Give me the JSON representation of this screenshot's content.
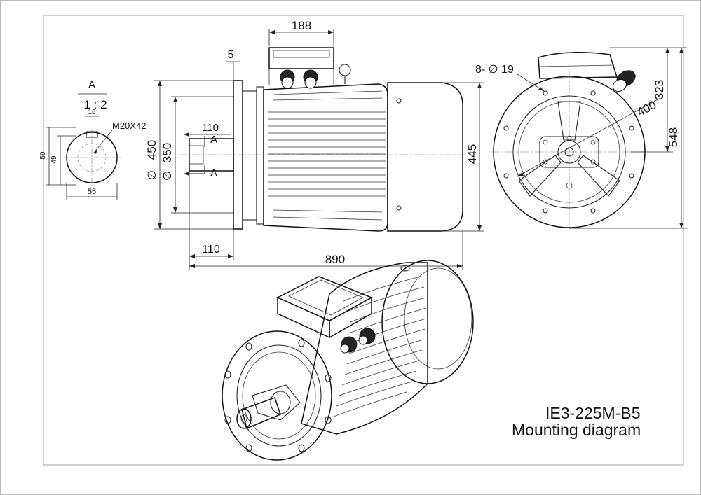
{
  "title": {
    "model": "IE3-225M-B5",
    "subtitle": "Mounting diagram"
  },
  "section_view": {
    "label_a": "A",
    "scale": "1 : 2",
    "thread": "M20X42",
    "dim_key_width": "16",
    "dim_height_outer": "59",
    "dim_height_inner": "49",
    "dim_width": "55"
  },
  "side_view": {
    "dim_top_box": "188",
    "dim_flange_thick": "5",
    "dim_shaft_top": "110",
    "dim_shaft_bottom": "110",
    "dim_total_length": "890",
    "dim_flange_dia_prefix": "∅",
    "dim_flange_dia": "450",
    "dim_spigot_dia_prefix": "∅",
    "dim_spigot_dia": "350",
    "dim_body_dia": "445",
    "section_mark_top": "A",
    "section_mark_bottom": "A"
  },
  "end_view": {
    "holes_label": "8- ∅ 19",
    "dim_pcd": "400",
    "dim_box_height": "323",
    "dim_total_height": "548"
  },
  "colors": {
    "line": "#222222",
    "background": "#ffffff",
    "housing_shade": "#f4f4f4"
  }
}
